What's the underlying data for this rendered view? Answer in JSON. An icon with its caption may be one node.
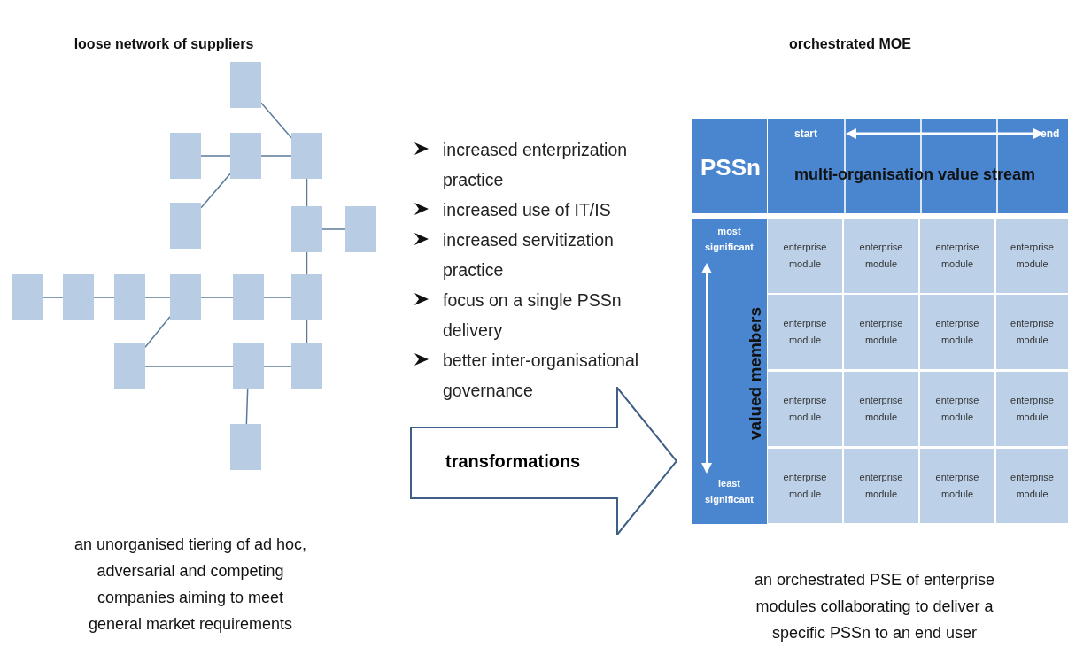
{
  "diagram": {
    "nodes": [
      {
        "text": [],
        "shape": "box"
      },
      {
        "text": [],
        "shape": "box"
      },
      {
        "text": [],
        "shape": "box"
      },
      {
        "text": [],
        "shape": "box"
      },
      {
        "text": [],
        "shape": "box"
      },
      {
        "text": [],
        "shape": "box"
      },
      {
        "text": [],
        "shape": "box"
      },
      {
        "text": [],
        "shape": "box"
      },
      {
        "text": [],
        "shape": "box"
      },
      {
        "text": [],
        "shape": "box"
      },
      {
        "text": [],
        "shape": "box"
      },
      {
        "text": [],
        "shape": "box"
      },
      {
        "text": [],
        "shape": "box"
      },
      {
        "text": [],
        "shape": "box"
      },
      {
        "text": [],
        "shape": "box"
      },
      {
        "text": [],
        "shape": "box"
      },
      {
        "text": [],
        "shape": "box"
      },
      {
        "text": [
          "transformations"
        ]
      },
      {
        "text": [
          "PSSn"
        ]
      },
      {
        "text": [
          "start",
          "end",
          "multi-organisation value stream"
        ]
      },
      {
        "text": [
          "most significant",
          "valued members",
          "least significant"
        ]
      },
      {
        "text": [
          "enterprise module"
        ]
      },
      {
        "text": [
          "enterprise module"
        ]
      },
      {
        "text": [
          "enterprise module"
        ]
      },
      {
        "text": [
          "enterprise module"
        ]
      },
      {
        "text": [
          "enterprise module"
        ]
      },
      {
        "text": [
          "enterprise module"
        ]
      },
      {
        "text": [
          "enterprise module"
        ]
      },
      {
        "text": [
          "enterprise module"
        ]
      },
      {
        "text": [
          "enterprise module"
        ]
      },
      {
        "text": [
          "enterprise module"
        ]
      },
      {
        "text": [
          "enterprise module"
        ]
      },
      {
        "text": [
          "enterprise module"
        ]
      },
      {
        "text": [
          "enterprise module"
        ]
      },
      {
        "text": [
          "enterprise module"
        ]
      },
      {
        "text": [
          "enterprise module"
        ]
      },
      {
        "text": [
          "enterprise module"
        ]
      }
    ],
    "edges": [
      {
        "from": 0,
        "to": 3,
        "arrow": "none"
      },
      {
        "from": 1,
        "to": 2,
        "arrow": "none"
      },
      {
        "from": 2,
        "to": 3,
        "arrow": "none"
      },
      {
        "from": 2,
        "to": 4,
        "arrow": "none"
      },
      {
        "from": 3,
        "to": 5,
        "arrow": "none"
      },
      {
        "from": 5,
        "to": 6,
        "arrow": "none"
      },
      {
        "from": 5,
        "to": 12,
        "arrow": "none"
      },
      {
        "from": 7,
        "to": 8,
        "arrow": "none"
      },
      {
        "from": 8,
        "to": 9,
        "arrow": "none"
      },
      {
        "from": 9,
        "to": 10,
        "arrow": "none"
      },
      {
        "from": 10,
        "to": 11,
        "arrow": "none"
      },
      {
        "from": 11,
        "to": 12,
        "arrow": "none"
      },
      {
        "from": 12,
        "to": 15,
        "arrow": "none"
      },
      {
        "from": 10,
        "to": 13,
        "arrow": "none"
      },
      {
        "from": 13,
        "to": 14,
        "arrow": "none"
      },
      {
        "from": 14,
        "to": 15,
        "arrow": "none"
      },
      {
        "from": 14,
        "to": 16,
        "arrow": "none"
      }
    ],
    "labels": [
      "loose network of suppliers",
      "orchestrated MOE",
      "increased enterprization practice",
      "increased use of IT/IS",
      "increased servitization practice",
      "focus on a single PSSn delivery",
      "better inter-organisational governance",
      "an unorganised tiering of ad hoc, adversarial and competing companies aiming to meet general market requirements",
      "an orchestrated PSE of enterprise modules collaborating to deliver a specific PSSn to an end user"
    ]
  }
}
